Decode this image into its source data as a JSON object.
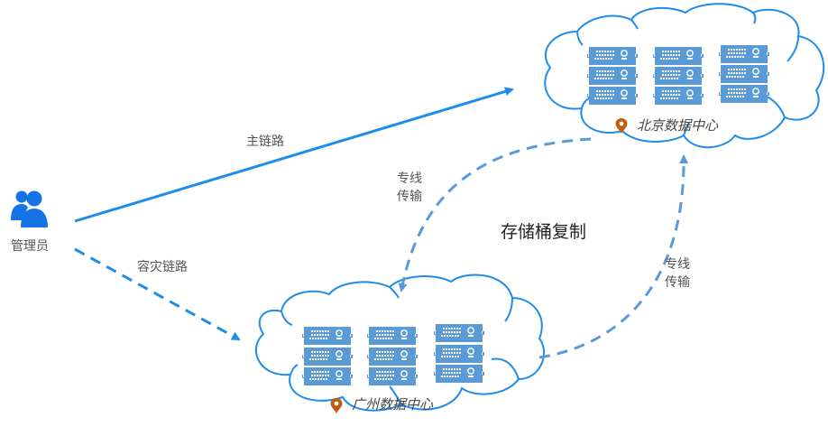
{
  "diagram": {
    "title": "存储桶复制",
    "colors": {
      "primary_link": "#1e8ceb",
      "dashed_transfer": "#5a9ad8",
      "cloud_outline": "#1e8ceb",
      "server_fill": "#5b9bd5",
      "pin": "#c55a11",
      "user_icon": "#1673e6"
    },
    "admin": {
      "icon": "users-icon",
      "label": "管理员"
    },
    "links": {
      "primary": {
        "label": "主链路",
        "style": "solid"
      },
      "disaster_recovery": {
        "label": "容灾链路",
        "style": "dashed"
      },
      "dedicated_to_guangzhou": {
        "line1": "专线",
        "line2": "传输",
        "style": "dashed"
      },
      "dedicated_to_beijing": {
        "line1": "专线",
        "line2": "传输",
        "style": "dashed"
      }
    },
    "datacenters": [
      {
        "id": "beijing",
        "label": "北京数据中心",
        "icon": "map-pin-icon",
        "server_columns": 3,
        "servers_per_column": 3
      },
      {
        "id": "guangzhou",
        "label": "广州数据中心",
        "icon": "map-pin-icon",
        "server_columns": 3,
        "servers_per_column": 3
      }
    ]
  }
}
